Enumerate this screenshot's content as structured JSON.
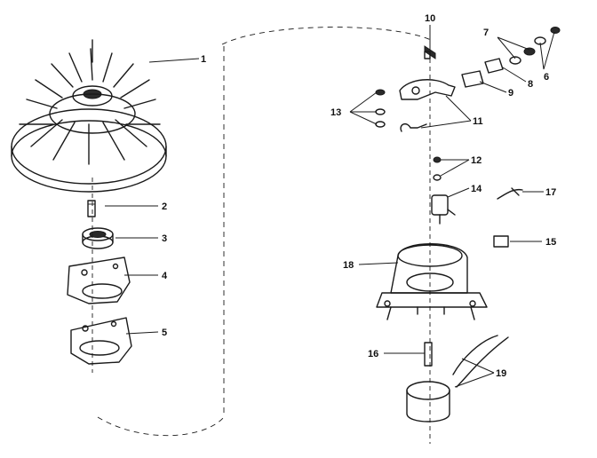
{
  "callouts": [
    {
      "id": "c1",
      "text": "1"
    },
    {
      "id": "c2",
      "text": "2"
    },
    {
      "id": "c3",
      "text": "3"
    },
    {
      "id": "c4",
      "text": "4"
    },
    {
      "id": "c5",
      "text": "5"
    },
    {
      "id": "c6",
      "text": "6"
    },
    {
      "id": "c7",
      "text": "7"
    },
    {
      "id": "c8",
      "text": "8"
    },
    {
      "id": "c9",
      "text": "9"
    },
    {
      "id": "c10",
      "text": "10"
    },
    {
      "id": "c11",
      "text": "11"
    },
    {
      "id": "c12",
      "text": "12"
    },
    {
      "id": "c13",
      "text": "13"
    },
    {
      "id": "c14",
      "text": "14"
    },
    {
      "id": "c15",
      "text": "15"
    },
    {
      "id": "c16",
      "text": "16"
    },
    {
      "id": "c17",
      "text": "17"
    },
    {
      "id": "c18",
      "text": "18"
    },
    {
      "id": "c19",
      "text": "19"
    }
  ],
  "colors": {
    "ink": "#1a1a1a",
    "paper": "#ffffff"
  }
}
